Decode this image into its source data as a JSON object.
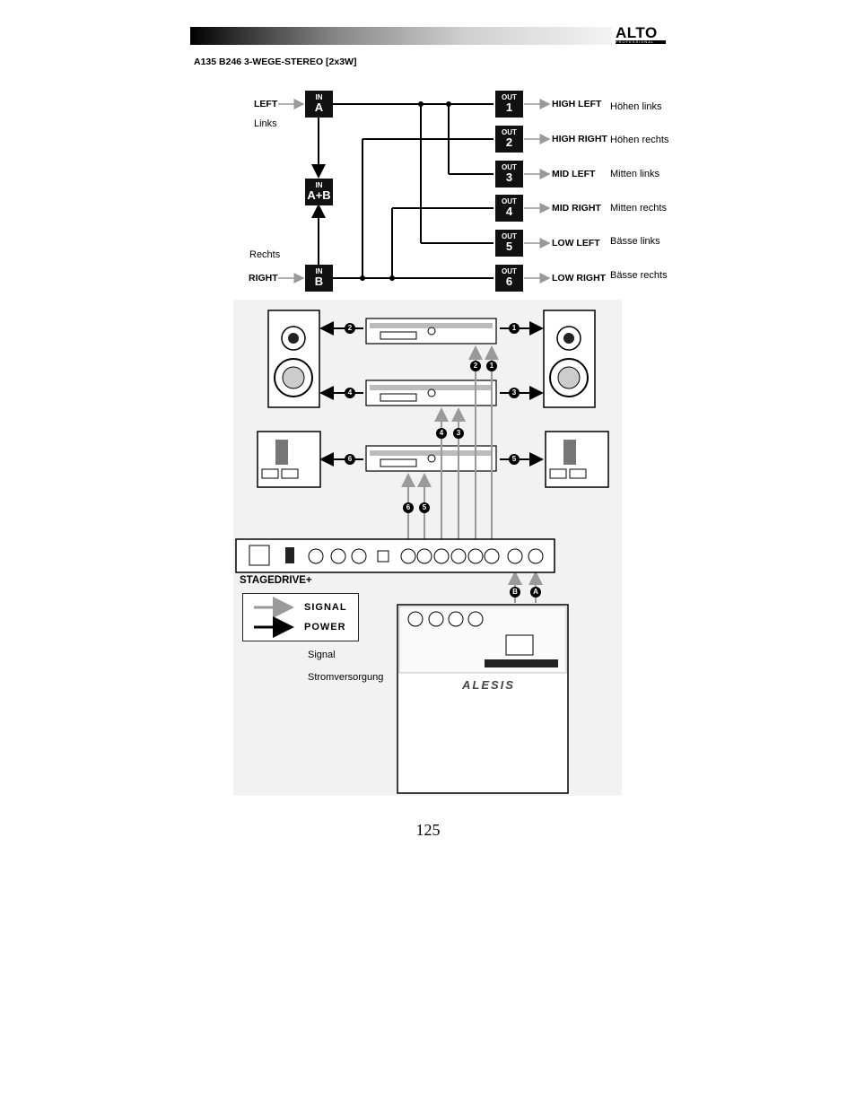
{
  "header": {
    "logo_text": "ALTO",
    "logo_sub": "PROFESSIONAL"
  },
  "title": "A135 B246 3-WEGE-STEREO [2x3W]",
  "routing": {
    "inputs": {
      "left_label": "LEFT",
      "left_de": "Links",
      "right_label": "RIGHT",
      "right_de": "Rechts"
    },
    "in_boxes": [
      {
        "top": "IN",
        "bottom": "A"
      },
      {
        "top": "IN",
        "bottom": "A+B"
      },
      {
        "top": "IN",
        "bottom": "B"
      }
    ],
    "outputs": [
      {
        "top": "OUT",
        "num": "1",
        "label": "HIGH LEFT",
        "de": "Höhen links"
      },
      {
        "top": "OUT",
        "num": "2",
        "label": "HIGH RIGHT",
        "de": "Höhen rechts"
      },
      {
        "top": "OUT",
        "num": "3",
        "label": "MID LEFT",
        "de": "Mitten links"
      },
      {
        "top": "OUT",
        "num": "4",
        "label": "MID RIGHT",
        "de": "Mitten rechts"
      },
      {
        "top": "OUT",
        "num": "5",
        "label": "LOW LEFT",
        "de": "Bässe links"
      },
      {
        "top": "OUT",
        "num": "6",
        "label": "LOW RIGHT",
        "de": "Bässe rechts"
      }
    ]
  },
  "setup": {
    "device_name": "STAGEDRIVE+",
    "markers": [
      "1",
      "2",
      "3",
      "4",
      "5",
      "6",
      "A",
      "B"
    ],
    "mixer_brand": "ALESIS",
    "legend": {
      "signal": "SIGNAL",
      "power": "POWER"
    },
    "legend_de": {
      "signal": "Signal",
      "power": "Stromversorgung"
    },
    "colors": {
      "signal": "#9a9a9a",
      "power": "#000000"
    }
  },
  "page_number": "125"
}
